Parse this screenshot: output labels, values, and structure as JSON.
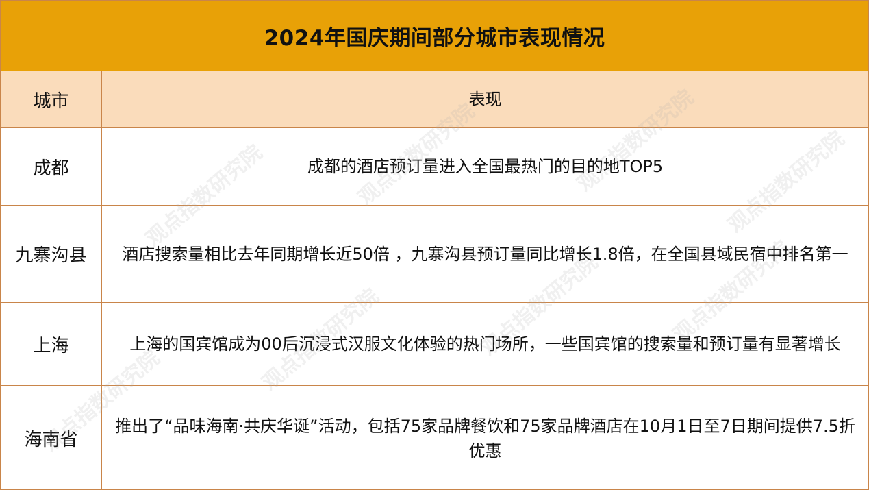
{
  "title": "2024年国庆期间部分城市表现情况",
  "headers": {
    "city": "城市",
    "performance": "表现"
  },
  "rows": [
    {
      "city": "成都",
      "performance": "成都的酒店预订量进入全国最热门的目的地TOP5"
    },
    {
      "city": "九寨沟县",
      "performance": "酒店搜索量相比去年同期增长近50倍 ，九寨沟县预订量同比增长1.8倍，在全国县域民宿中排名第一"
    },
    {
      "city": "上海",
      "performance": "上海的国宾馆成为00后沉浸式汉服文化体验的热门场所，一些国宾馆的搜索量和预订量有显著增长"
    },
    {
      "city": "海南省",
      "performance": "推出了“品味海南·共庆华诞”活动，包括75家品牌餐饮和75家品牌酒店在10月1日至7日期间提供7.5折优惠"
    }
  ],
  "watermark": "观点指数研究院",
  "colors": {
    "title_bg": "#e8a107",
    "header_bg": "#fadcbb",
    "border": "#c9854a"
  }
}
